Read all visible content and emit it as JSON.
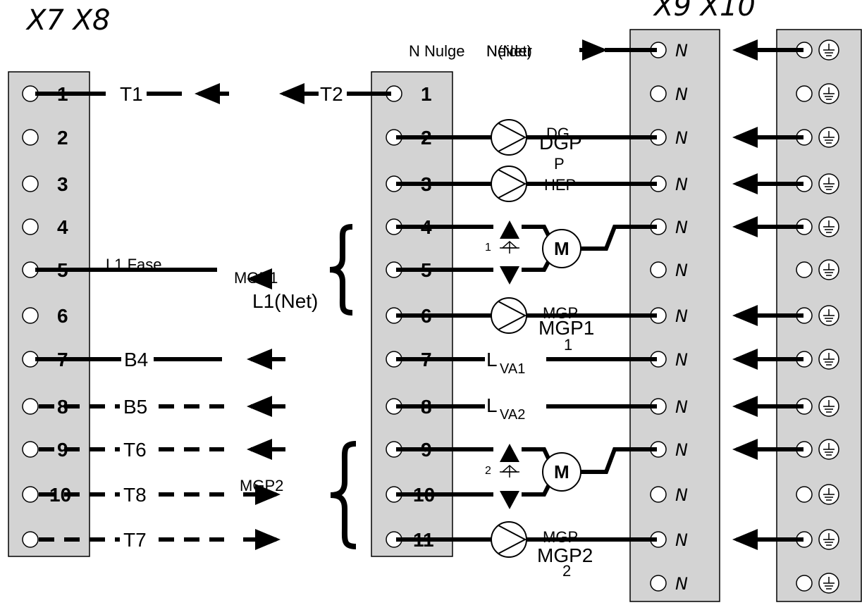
{
  "headers": {
    "left": "X7  X8",
    "right": "X9  X10"
  },
  "x7": {
    "rows": [
      "1",
      "2",
      "3",
      "4",
      "5",
      "6",
      "7",
      "8",
      "9",
      "10",
      ""
    ]
  },
  "x8": {
    "rows": [
      "1",
      "2",
      "3",
      "4",
      "5",
      "6",
      "7",
      "8",
      "9",
      "10",
      "11"
    ]
  },
  "x9": {
    "label": "N",
    "count": 13
  },
  "x10": {
    "count": 13
  },
  "labels": {
    "t1": "T1",
    "t2": "T2",
    "l1_fase": "L1 Fase",
    "mgp1_arrow": "MGP1",
    "l1_net": "L1(Net)",
    "b4": "B4",
    "b5": "B5",
    "t6": "T6",
    "t8": "T8",
    "t7": "T7",
    "mgp2_arrow": "MGP2",
    "n_top": "N  Nulge",
    "n_top_overlap": "Neider",
    "n_top_net": "N(Net)",
    "dgp_small": "DG",
    "dgp_big": "DGP",
    "dgp_p": "P",
    "hep": "HEP",
    "mgp1_small": "MGP",
    "mgp1_big": "MGP1",
    "mgp1_sub": "1",
    "lva1_l": "L",
    "lva1_sub": "VA1",
    "lva2_l": "L",
    "lva2_sub": "VA2",
    "mgp2_small": "MGP",
    "mgp2_big": "MGP2",
    "mgp2_sub": "2",
    "motor": "M",
    "valve1_num": "1",
    "valve2_num": "2"
  },
  "icons": {
    "pump": "pump-symbol-icon",
    "motor": "motor-circle-icon",
    "ground": "ground-symbol-icon",
    "valve": "three-way-valve-icon",
    "brace": "curly-brace-icon",
    "arrow": "arrow-icon"
  }
}
